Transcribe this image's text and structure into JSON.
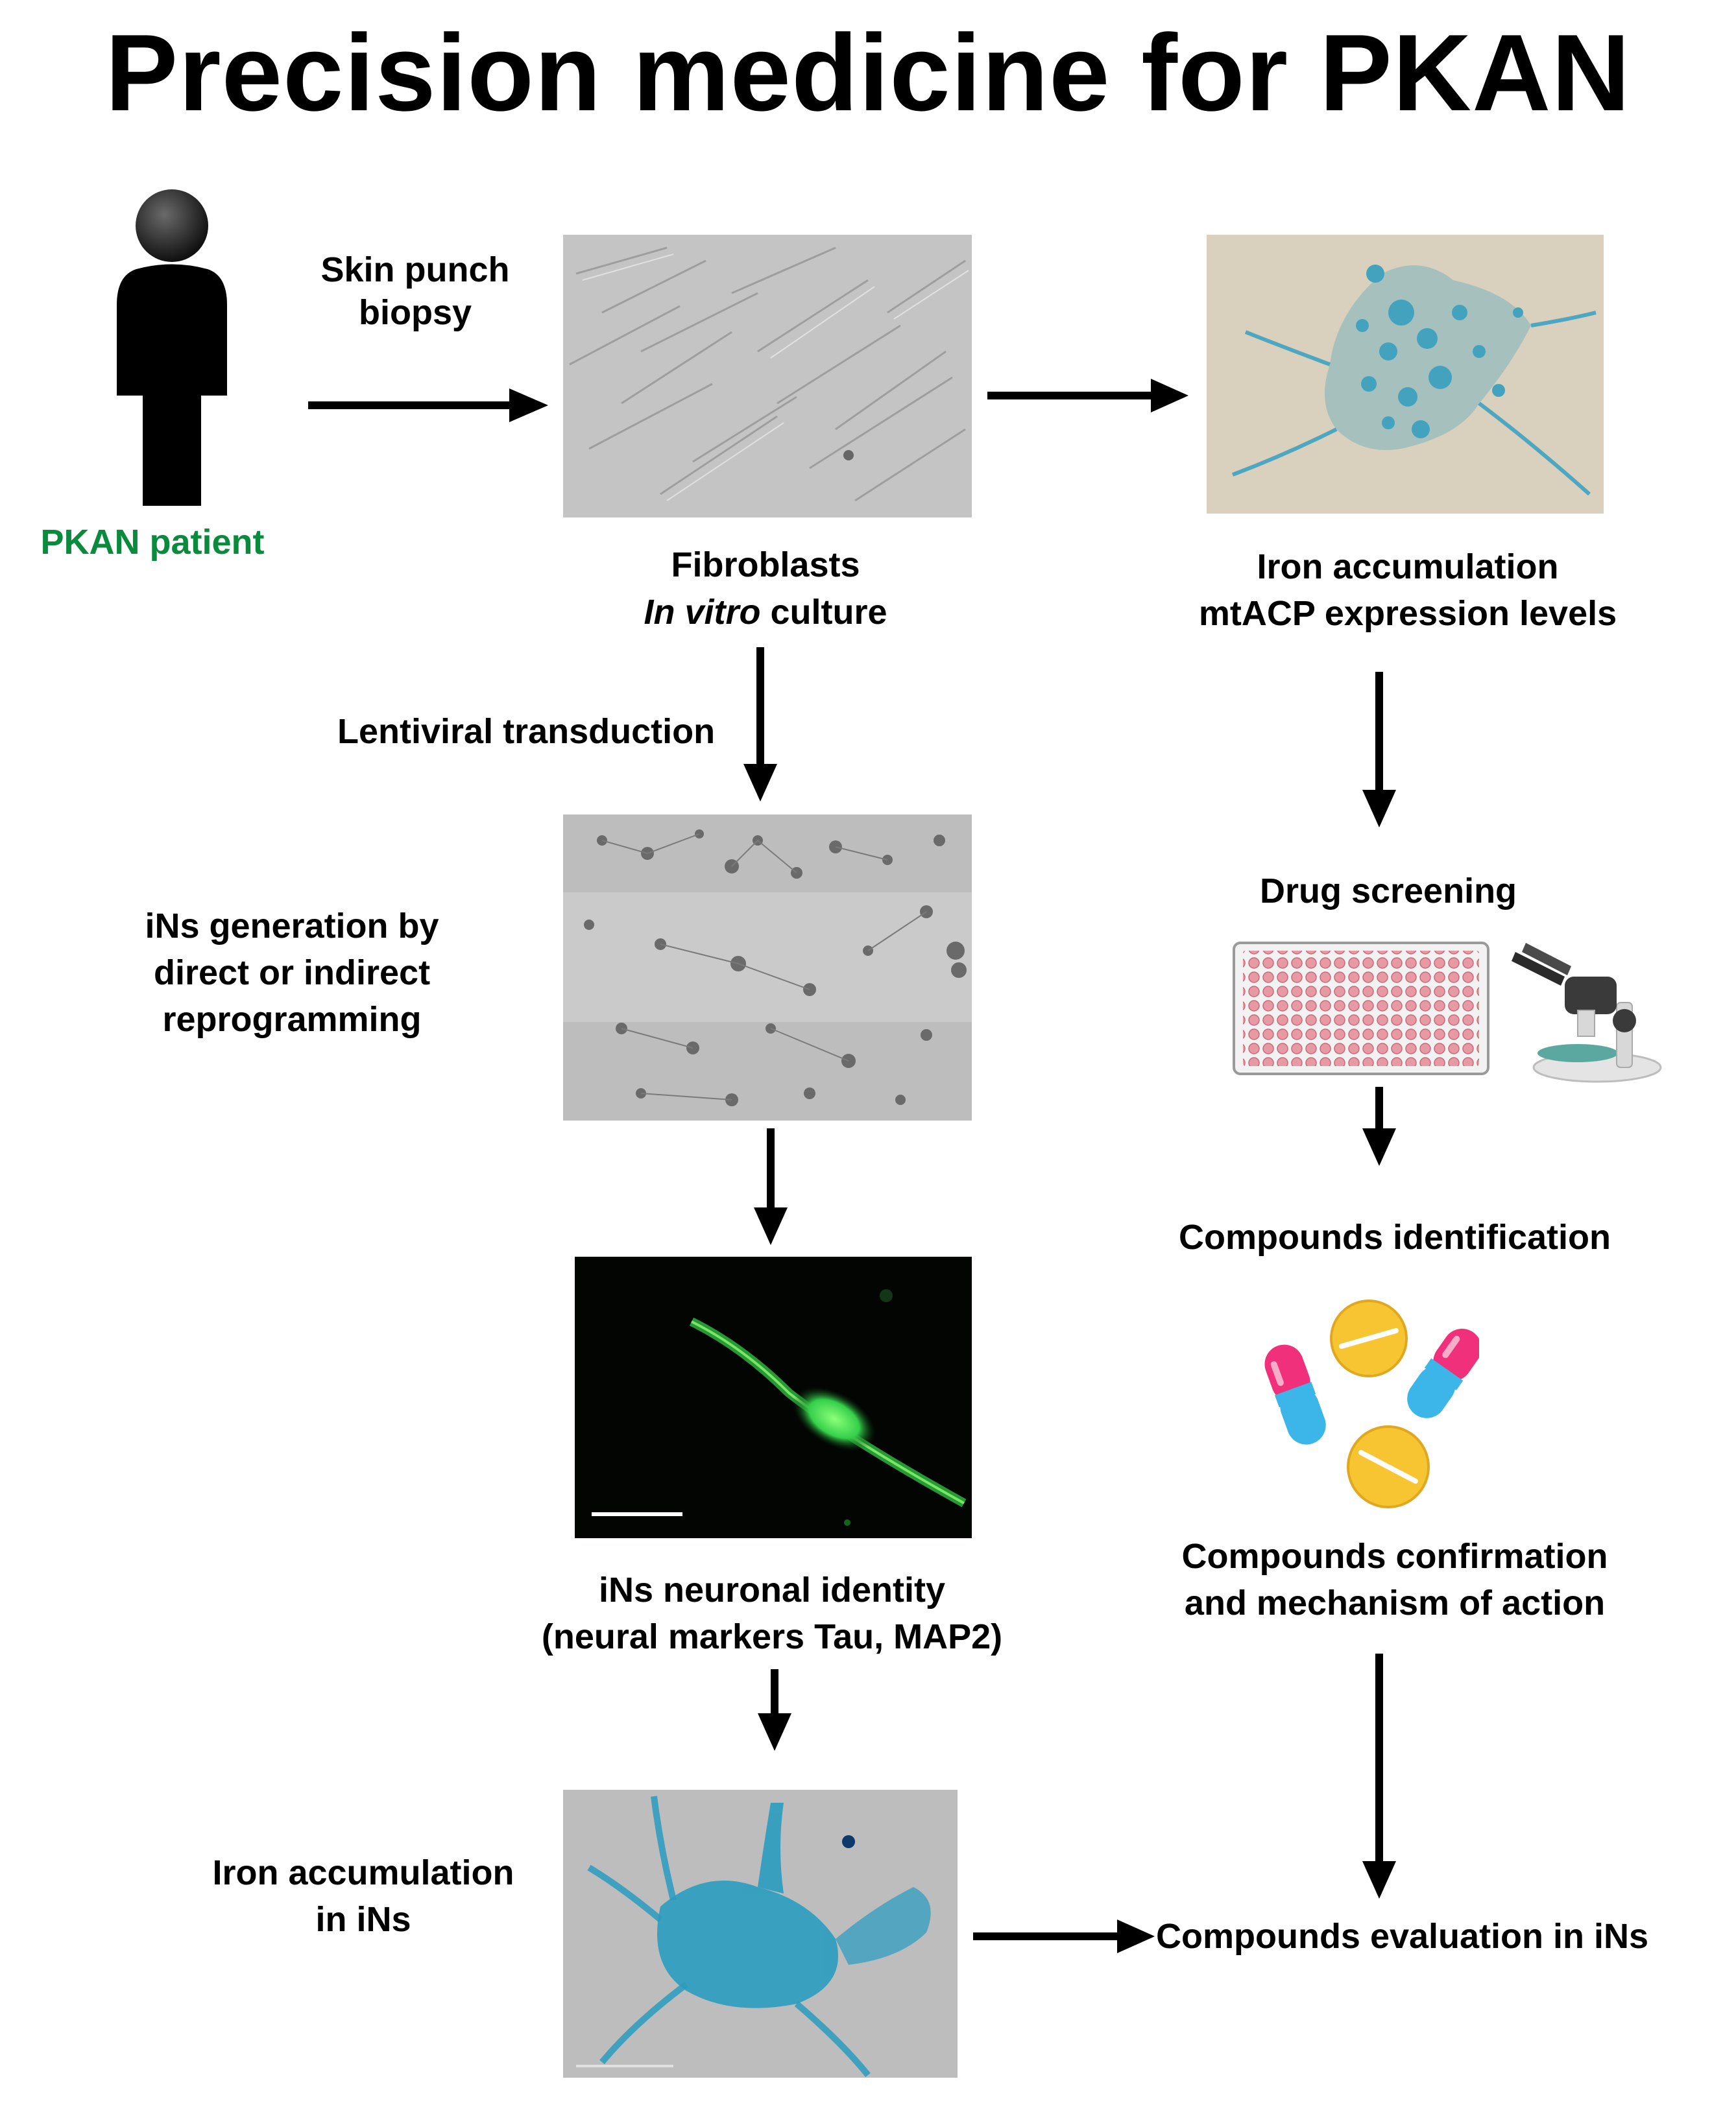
{
  "title": "Precision medicine for PKAN",
  "colors": {
    "patient_label": "#0a8a3c",
    "iron_stain": "#2a9cc0",
    "gfp": "#35d04a",
    "plate_wells": "#e89aa4",
    "capsule_pink": "#f0307a",
    "capsule_blue": "#3cb6e8",
    "tablet_yellow": "#f7c531"
  },
  "icons": [
    "person-icon",
    "well-plate-icon",
    "microscope-icon",
    "pills-icon"
  ],
  "labels": {
    "patient": "PKAN patient",
    "skin_biopsy_1": "Skin punch",
    "skin_biopsy_2": "biopsy",
    "fibroblasts_1": "Fibroblasts",
    "fibroblasts_2a": "In vitro",
    "fibroblasts_2b": " culture",
    "iron_fibro_1": "Iron accumulation",
    "iron_fibro_2": "mtACP expression levels",
    "lentiviral": "Lentiviral transduction",
    "ins_gen_1": "iNs generation by",
    "ins_gen_2": "direct or indirect",
    "ins_gen_3": "reprogramming",
    "drug_screening": "Drug screening",
    "compounds_id": "Compounds identification",
    "compounds_conf_1": "Compounds confirmation",
    "compounds_conf_2": "and mechanism of action",
    "ins_identity_1": "iNs neuronal identity",
    "ins_identity_2": "(neural markers Tau, MAP2)",
    "iron_ins_1": "Iron accumulation",
    "iron_ins_2": "in iNs",
    "compounds_eval": "Compounds evaluation in iNs"
  }
}
